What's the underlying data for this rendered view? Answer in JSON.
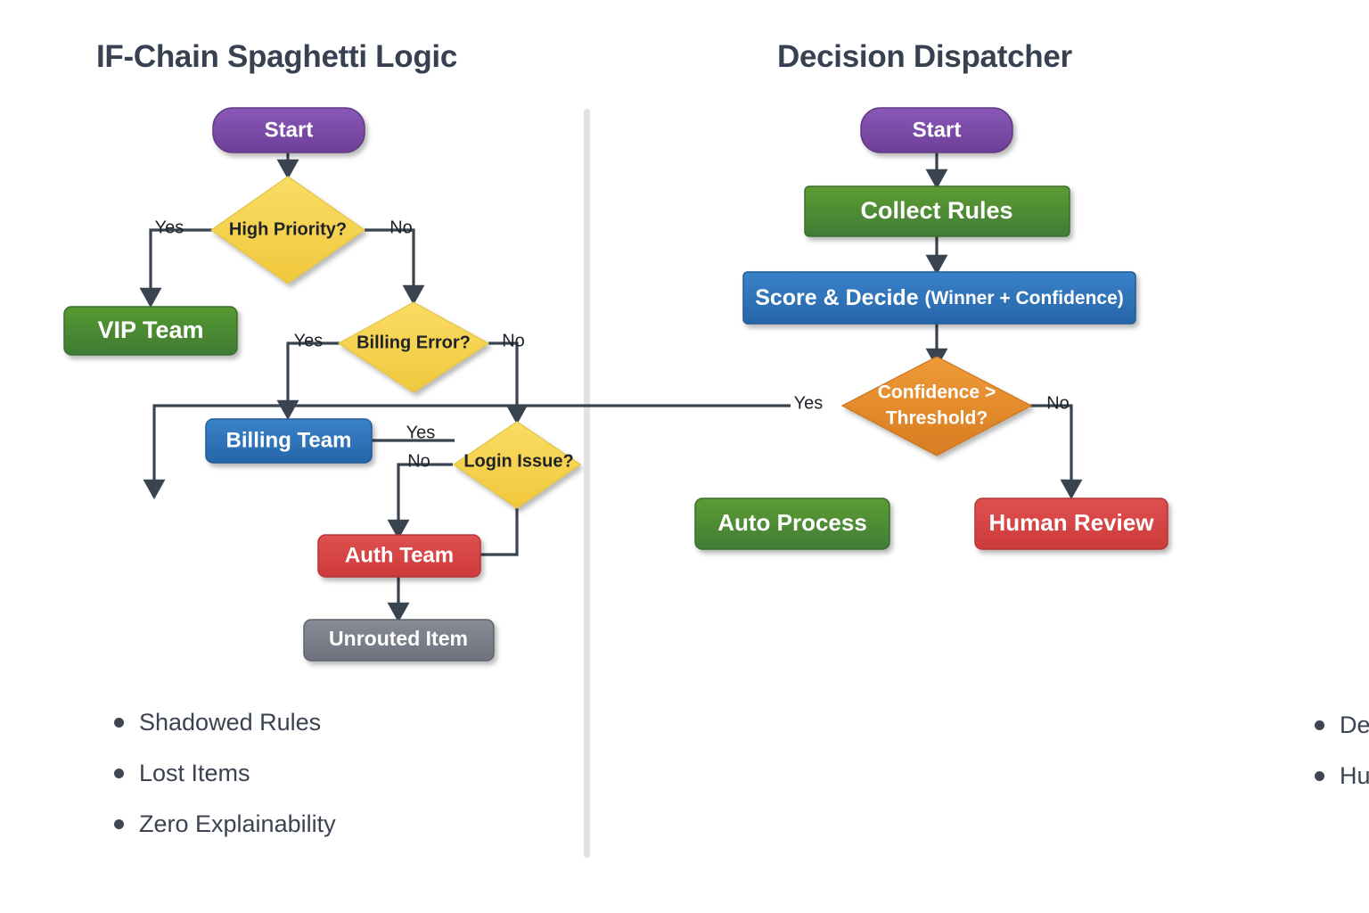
{
  "page": {
    "background": "#ffffff",
    "divider_color": "#e2e2e4"
  },
  "palette": {
    "purple": "#7a4ca5",
    "purple_dark": "#5f3a82",
    "green": "#4a8a3c",
    "green_dark": "#3a6d2f",
    "blue": "#2e72b8",
    "blue_dark": "#235a93",
    "yellow": "#f7d24c",
    "yellow_dark": "#d9b43a",
    "red": "#d94444",
    "red_dark": "#b63434",
    "orange": "#e08a2e",
    "orange_dark": "#bd7122",
    "gray": "#787d87",
    "gray_dark": "#5e636c",
    "edge": "#3a4450",
    "text_dark": "#1f2328",
    "text_light": "#ffffff",
    "title": "#374151"
  },
  "left": {
    "title": "IF-Chain Spaghetti Logic",
    "nodes": {
      "start": "Start",
      "high_priority": "High Priority?",
      "vip_team": "VIP Team",
      "billing_error": "Billing Error?",
      "billing_team": "Billing Team",
      "login_issue": "Login Issue?",
      "auth_team": "Auth Team",
      "unrouted_item": "Unrouted Item"
    },
    "edge_labels": {
      "hp_yes": "Yes",
      "hp_no": "No",
      "be_yes": "Yes",
      "be_no": "No",
      "li_yes": "Yes",
      "li_no": "No"
    },
    "bullets": [
      "Shadowed Rules",
      "Lost Items",
      "Zero Explainability"
    ]
  },
  "right": {
    "title": "Decision Dispatcher",
    "nodes": {
      "start": "Start",
      "collect_rules": "Collect Rules",
      "score_decide_main": "Score & Decide ",
      "score_decide_sub": "(Winner + Confidence)",
      "confidence_line1": "Confidence >",
      "confidence_line2": "Threshold?",
      "auto_process": "Auto Process",
      "human_review": "Human Review"
    },
    "edge_labels": {
      "conf_yes": "Yes",
      "conf_no": "No"
    },
    "bullets": [
      "Decision Trace Log",
      "Human-in-the-Loop"
    ]
  }
}
